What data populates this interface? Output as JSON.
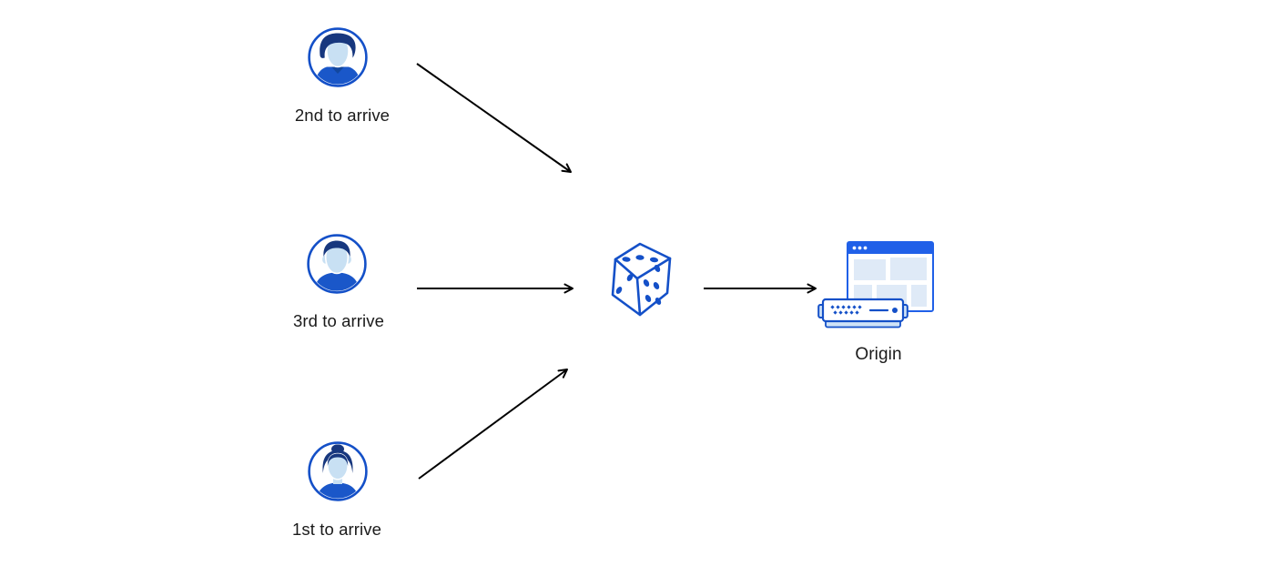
{
  "page": {
    "background": "#ffffff"
  },
  "colors": {
    "accent": "#1450C8",
    "navy": "#17377E",
    "face": "#C8E0F3",
    "shirt": "#1A57C9",
    "browser-blue": "#2060E8",
    "panel": "#DFEAF7",
    "server-fill": "#CFE3F7",
    "arrow": "#000000",
    "label": "#1A1A1A"
  },
  "diagram": {
    "description": "Three users arriving in different order are routed through a random dice choice to a single origin server",
    "nodes": [
      {
        "id": "user-2nd",
        "type": "user-avatar",
        "label": "2nd to arrive"
      },
      {
        "id": "user-3rd",
        "type": "user-avatar",
        "label": "3rd to arrive"
      },
      {
        "id": "user-1st",
        "type": "user-avatar",
        "label": "1st to arrive"
      },
      {
        "id": "dice",
        "type": "dice-icon",
        "label": ""
      },
      {
        "id": "origin",
        "type": "origin-server",
        "label": "Origin"
      }
    ],
    "edges": [
      {
        "from": "user-2nd",
        "to": "dice"
      },
      {
        "from": "user-3rd",
        "to": "dice"
      },
      {
        "from": "user-1st",
        "to": "dice"
      },
      {
        "from": "dice",
        "to": "origin"
      }
    ]
  }
}
